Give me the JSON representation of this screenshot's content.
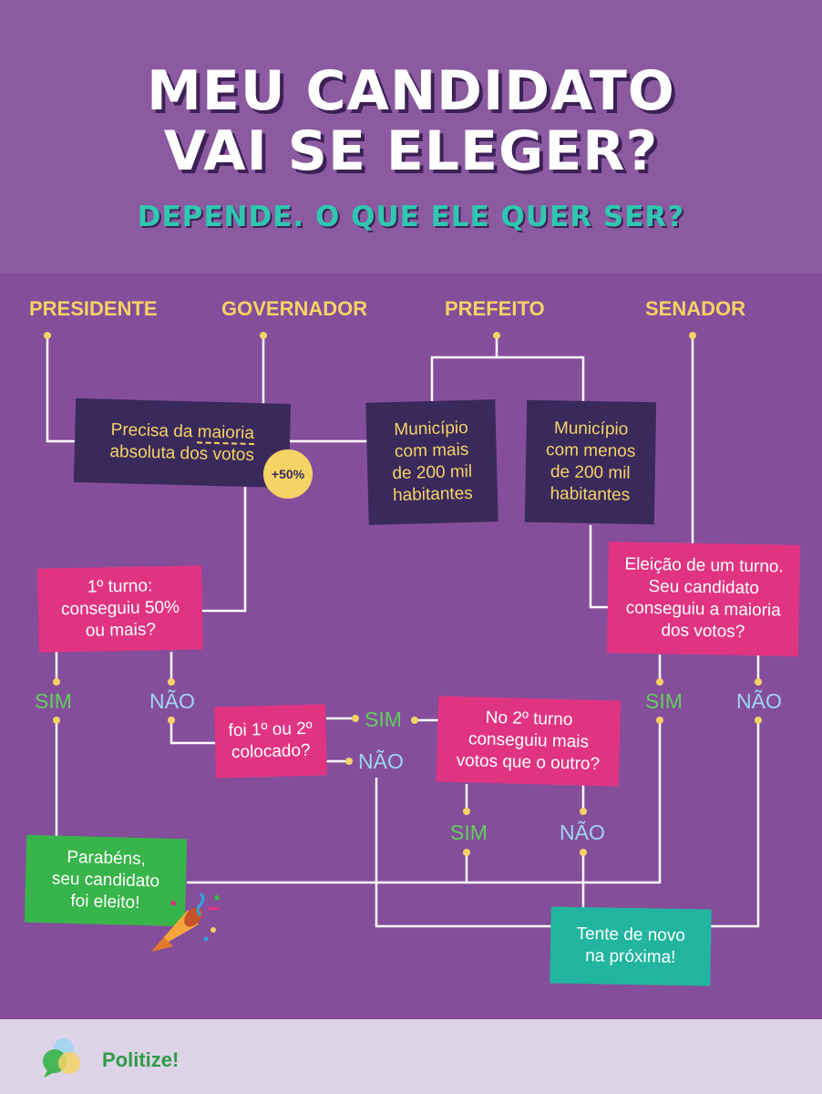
{
  "title": {
    "line1": "MEU CANDIDATO",
    "line2": "VAI SE ELEGER?"
  },
  "subtitle": "DEPENDE. O QUE ELE QUER SER?",
  "categories": {
    "presidente": "PRESIDENTE",
    "governador": "GOVERNADOR",
    "prefeito": "PREFEITO",
    "senador": "SENADOR"
  },
  "boxes": {
    "maioria": {
      "line1_pre": "Precisa da ",
      "line1_u": "maioria",
      "line2": "absoluta dos votos"
    },
    "badge": "+50%",
    "mais200": {
      "l1": "Município",
      "l2": "com mais",
      "l3": "de 200 mil",
      "l4": "habitantes"
    },
    "menos200": {
      "l1": "Município",
      "l2": "com menos",
      "l3": "de 200 mil",
      "l4": "habitantes"
    },
    "turno1": {
      "l1": "1º turno:",
      "l2": "conseguiu 50%",
      "l3": "ou mais?"
    },
    "umturno": {
      "l1": "Eleição de um turno.",
      "l2": "Seu candidato",
      "l3": "conseguiu a maioria",
      "l4": "dos votos?"
    },
    "colocado": {
      "l1": "foi 1º ou 2º",
      "l2": "colocado?"
    },
    "turno2": {
      "l1": "No 2º turno",
      "l2": "conseguiu mais",
      "l3": "votos que o outro?"
    },
    "parabens": {
      "l1": "Parabéns,",
      "l2": "seu candidato",
      "l3": "foi eleito!"
    },
    "tente": {
      "l1": "Tente de novo",
      "l2": "na próxima!"
    }
  },
  "answers": {
    "sim": "SIM",
    "nao": "NÃO"
  },
  "footer": {
    "brand": "Politize!"
  },
  "colors": {
    "background": "#854e9b",
    "dark_box": "#3a2a5c",
    "pink_box": "#e03482",
    "green_box": "#37b44a",
    "teal_box": "#21b59f",
    "yellow": "#f5d365"
  }
}
